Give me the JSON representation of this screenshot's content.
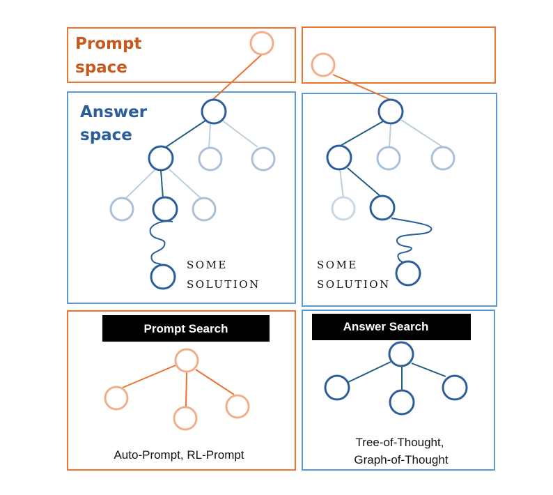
{
  "colors": {
    "prompt_box": "#ec7533",
    "answer_box": "#5b9bd5",
    "prompt_node": "#f2ad8a",
    "prompt_edge": "#e8732f",
    "answer_node": "#2a5d9a",
    "answer_edge": "#1f5f80",
    "faded_node": "#a9c0d9",
    "faded_edge": "#b9cfdc",
    "label_bar": "#000000"
  },
  "left_panel": {
    "prompt_space_label": [
      "Prompt",
      "space"
    ],
    "answer_space_label": [
      "Answer",
      "space"
    ],
    "solution_label": [
      "SOME",
      "SOLUTION"
    ]
  },
  "right_panel": {
    "solution_label": [
      "SOME",
      "SOLUTION"
    ]
  },
  "bottom_left": {
    "title": "Prompt Search",
    "caption": "Auto-Prompt, RL-Prompt"
  },
  "bottom_right": {
    "title": "Answer Search",
    "caption": [
      "Tree-of-Thought,",
      "Graph-of-Thought"
    ]
  }
}
